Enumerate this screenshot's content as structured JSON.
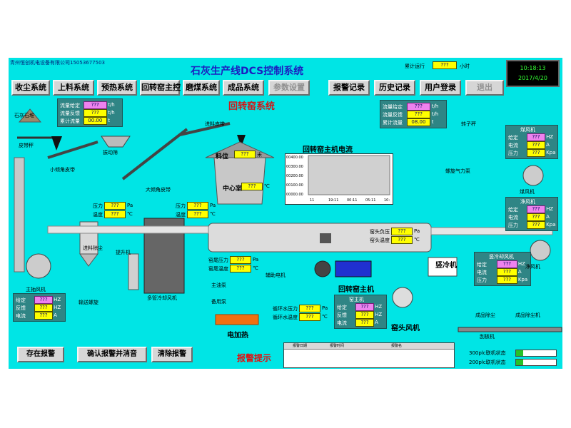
{
  "company": "青州恒创机电设备有限公司15053677503",
  "title": "石灰生产线DCS控制系统",
  "run_time": {
    "label": "累计运行",
    "value": "???",
    "unit": "小时"
  },
  "clock": {
    "time": "10:18:13",
    "date": "2017/4/20"
  },
  "nav": [
    {
      "label": "收尘系统",
      "enabled": true
    },
    {
      "label": "上料系统",
      "enabled": true
    },
    {
      "label": "预热系统",
      "enabled": true
    },
    {
      "label": "回转窑主控",
      "enabled": true
    },
    {
      "label": "磨煤系统",
      "enabled": true
    },
    {
      "label": "成品系统",
      "enabled": true
    },
    {
      "label": "参数设置",
      "enabled": false
    },
    {
      "label": "报警记录",
      "enabled": true
    },
    {
      "label": "历史记录",
      "enabled": true
    },
    {
      "label": "用户登录",
      "enabled": true
    },
    {
      "label": "退出",
      "enabled": false
    }
  ],
  "section_title": "回转窑系统",
  "left_scale": {
    "rows": [
      {
        "label": "流量给定",
        "value": "???",
        "unit": "t/h",
        "pink": true
      },
      {
        "label": "流量反馈",
        "value": "???",
        "unit": "t/h",
        "pink": false
      },
      {
        "label": "累计流量",
        "value": "00.00",
        "unit": "t",
        "pink": false
      }
    ]
  },
  "right_scale": {
    "rows": [
      {
        "label": "流量给定",
        "value": "???",
        "unit": "t/h",
        "pink": true
      },
      {
        "label": "流量反馈",
        "value": "???",
        "unit": "t/h",
        "pink": false
      },
      {
        "label": "累计流量",
        "value": "08.00",
        "unit": "t",
        "pink": false
      }
    ]
  },
  "coal_fan": {
    "title": "煤风机",
    "rows": [
      {
        "label": "给定",
        "value": "???",
        "unit": "HZ",
        "pink": true
      },
      {
        "label": "电流",
        "value": "???",
        "unit": "A",
        "pink": false
      },
      {
        "label": "压力",
        "value": "???",
        "unit": "Kpa",
        "pink": false
      }
    ]
  },
  "clean_fan": {
    "title": "净风机",
    "rows": [
      {
        "label": "给定",
        "value": "???",
        "unit": "HZ",
        "pink": true
      },
      {
        "label": "电流",
        "value": "???",
        "unit": "A",
        "pink": false
      },
      {
        "label": "压力",
        "value": "???",
        "unit": "Kpa",
        "pink": false
      }
    ]
  },
  "cooler_fan": {
    "title": "竖冷却风机",
    "rows": [
      {
        "label": "给定",
        "value": "???",
        "unit": "HZ",
        "pink": true
      },
      {
        "label": "电流",
        "value": "???",
        "unit": "A",
        "pink": false
      },
      {
        "label": "压力",
        "value": "???",
        "unit": "Kpa",
        "pink": false
      }
    ]
  },
  "main_exhaust_fan": {
    "rows": [
      {
        "label": "给定",
        "value": "???",
        "unit": "HZ",
        "pink": true
      },
      {
        "label": "反馈",
        "value": "???",
        "unit": "HZ",
        "pink": false
      },
      {
        "label": "电流",
        "value": "???",
        "unit": "A",
        "pink": false
      }
    ]
  },
  "kiln_motor": {
    "title": "窑主机",
    "rows": [
      {
        "label": "给定",
        "value": "???",
        "unit": "HZ",
        "pink": true
      },
      {
        "label": "反馈",
        "value": "???",
        "unit": "HZ",
        "pink": false
      },
      {
        "label": "电流",
        "value": "???",
        "unit": "A",
        "pink": false
      }
    ]
  },
  "readouts": {
    "left_pressure": {
      "label": "压力",
      "value": "???",
      "unit": "Pa"
    },
    "left_temp": {
      "label": "温度",
      "value": "???",
      "unit": "℃"
    },
    "mid_pressure": {
      "label": "压力",
      "value": "???",
      "unit": "Pa"
    },
    "mid_temp": {
      "label": "温度",
      "value": "???",
      "unit": "℃"
    },
    "kiln_tail_pressure": {
      "label": "窑尾压力",
      "value": "???",
      "unit": "Pa"
    },
    "kiln_tail_temp": {
      "label": "窑尾温度",
      "value": "???",
      "unit": "℃"
    },
    "kiln_head_pressure": {
      "label": "窑头负压",
      "value": "???",
      "unit": "Pa"
    },
    "kiln_head_temp": {
      "label": "窑头温度",
      "value": "???",
      "unit": "℃"
    },
    "circ_pressure": {
      "label": "循环水压力",
      "value": "???",
      "unit": "Pa"
    },
    "circ_temp": {
      "label": "循环水温度",
      "value": "???",
      "unit": "℃"
    },
    "material_level": {
      "label": "料位",
      "value": "???",
      "unit": "米"
    },
    "center_room": {
      "label": "中心室",
      "value": "???",
      "unit": "℃"
    }
  },
  "chart": {
    "title": "回转窑主机电流",
    "y_ticks": [
      "00400.00",
      "00300.00",
      "00200.00",
      "00100.00",
      "00000.00"
    ],
    "x_ticks": [
      "11",
      "19:11",
      "00:11",
      "05:11",
      "10:"
    ]
  },
  "captions": {
    "limestone": "石灰石堆",
    "belt_scale": "皮带秤",
    "small_belt": "小倾角皮带",
    "vibrating_feeder": "振动筛",
    "big_belt": "大倾角皮带",
    "feed_belt": "进料皮带",
    "screw_pump": "螺旋气力泵",
    "rotor_scale": "转子秤",
    "coal_fan_cap": "煤风机",
    "clean_fan_cap": "净风机",
    "dust_collector": "进料除尘",
    "elevator": "提升机",
    "multi_cooler": "多管冷却风机",
    "main_exhaust": "主抽风机",
    "conveyor_screw": "输送螺旋",
    "aux_motor": "辅助电机",
    "main_pump": "主油泵",
    "spare_pump": "备用泵",
    "electric_heater": "电加热",
    "kiln_motor_cap": "回转窑主机",
    "kiln_head_fan": "窑头风机",
    "vertical_cooler": "竖冷机",
    "product_dust": "成品除尘",
    "product_dust_fan": "成品除尘机",
    "chain_conveyor": "刮板机"
  },
  "bottom_buttons": {
    "existing_alarm": "存在报警",
    "confirm_alarm": "确认报警并消音",
    "clear_alarm": "清除报警"
  },
  "alarm": {
    "title": "报警提示",
    "columns": [
      "报警日期",
      "报警时间",
      "报警名"
    ]
  },
  "plc": [
    {
      "label": "300plc联机状态",
      "level": 0.18
    },
    {
      "label": "200plc联机状态",
      "level": 0.18
    }
  ]
}
